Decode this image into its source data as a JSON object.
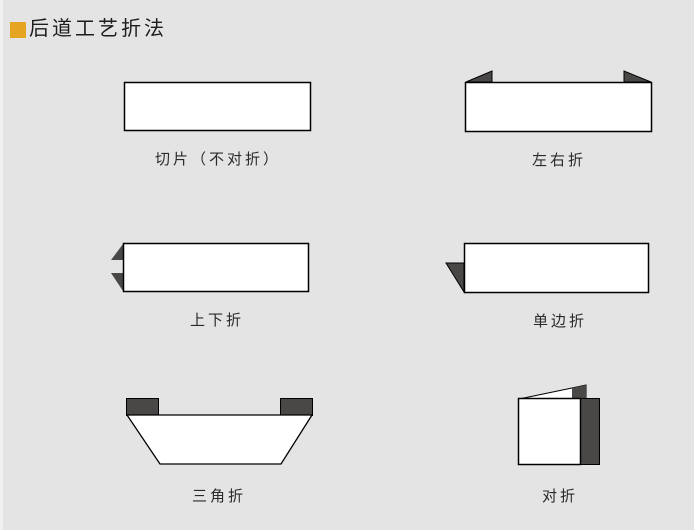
{
  "title": "后道工艺折法",
  "colors": {
    "background": "#e4e4e4",
    "accent": "#e5a422",
    "panel_fill": "#ffffff",
    "fold_fill": "#4a4747",
    "stroke": "#000000"
  },
  "folds": [
    {
      "id": "cut",
      "label": "切片（不对折）"
    },
    {
      "id": "left-right",
      "label": "左右折"
    },
    {
      "id": "top-bottom",
      "label": "上下折"
    },
    {
      "id": "single-side",
      "label": "单边折"
    },
    {
      "id": "triangle",
      "label": "三角折"
    },
    {
      "id": "half",
      "label": "对折"
    }
  ]
}
